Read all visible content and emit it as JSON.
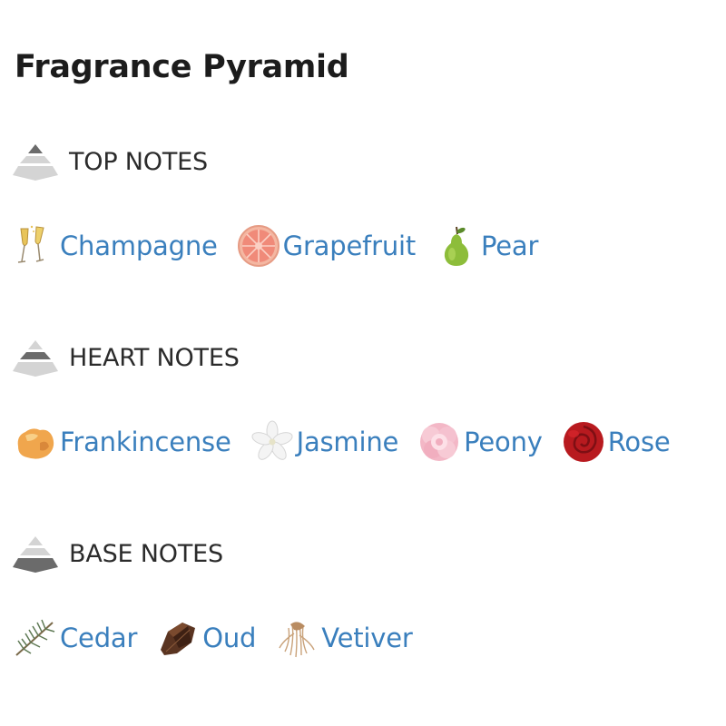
{
  "page": {
    "title": "Fragrance Pyramid"
  },
  "colors": {
    "link": "#3a7fbd",
    "heading": "#1c1c1c",
    "pyramid_light": "#d4d4d4",
    "pyramid_dark": "#6b6b6b"
  },
  "sections": [
    {
      "label": "TOP NOTES",
      "icon": "pyramid-top-icon",
      "notes": [
        {
          "label": "Champagne",
          "icon": "champagne-icon"
        },
        {
          "label": "Grapefruit",
          "icon": "grapefruit-icon"
        },
        {
          "label": "Pear",
          "icon": "pear-icon"
        }
      ]
    },
    {
      "label": "HEART NOTES",
      "icon": "pyramid-heart-icon",
      "notes": [
        {
          "label": "Frankincense",
          "icon": "frankincense-icon"
        },
        {
          "label": "Jasmine",
          "icon": "jasmine-icon"
        },
        {
          "label": "Peony",
          "icon": "peony-icon"
        },
        {
          "label": "Rose",
          "icon": "rose-icon"
        }
      ]
    },
    {
      "label": "BASE NOTES",
      "icon": "pyramid-base-icon",
      "notes": [
        {
          "label": "Cedar",
          "icon": "cedar-icon"
        },
        {
          "label": "Oud",
          "icon": "oud-icon"
        },
        {
          "label": "Vetiver",
          "icon": "vetiver-icon"
        }
      ]
    }
  ]
}
